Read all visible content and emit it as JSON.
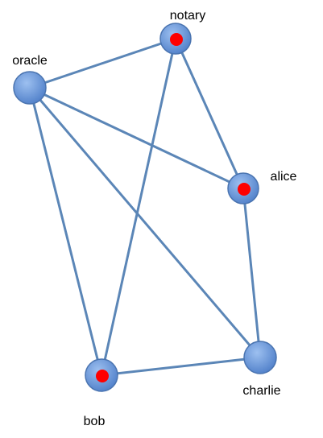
{
  "colors": {
    "edge": "#5b86b7",
    "node_fill_light": "#9dc0f0",
    "node_fill_dark": "#4f7fc9",
    "node_stroke": "#4a74b0",
    "marker": "#ff0000",
    "label": "#000000"
  },
  "nodes": [
    {
      "id": "notary",
      "label": "notary",
      "has_marker": true
    },
    {
      "id": "oracle",
      "label": "oracle",
      "has_marker": false
    },
    {
      "id": "alice",
      "label": "alice",
      "has_marker": true
    },
    {
      "id": "charlie",
      "label": "charlie",
      "has_marker": false
    },
    {
      "id": "bob",
      "label": "bob",
      "has_marker": true
    }
  ],
  "edges": [
    {
      "from": "oracle",
      "to": "notary"
    },
    {
      "from": "oracle",
      "to": "alice"
    },
    {
      "from": "oracle",
      "to": "charlie"
    },
    {
      "from": "oracle",
      "to": "bob"
    },
    {
      "from": "notary",
      "to": "alice"
    },
    {
      "from": "notary",
      "to": "bob"
    },
    {
      "from": "alice",
      "to": "charlie"
    },
    {
      "from": "bob",
      "to": "charlie"
    }
  ]
}
